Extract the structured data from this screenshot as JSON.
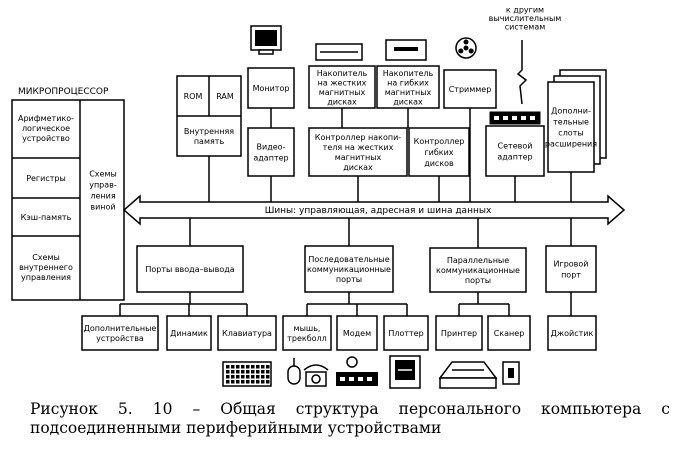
{
  "diagram": {
    "cpu": {
      "title": "МИКРОПРОЦЕССОР",
      "alu": [
        "Арифметико-",
        "логическое",
        "устройство"
      ],
      "registers": "Регистры",
      "cache": "Кэш-память",
      "internal_control": [
        "Схемы",
        "внутреннего",
        "управления"
      ],
      "control": [
        "Схемы",
        "управ-",
        "ления",
        "виной"
      ]
    },
    "memory": {
      "rom": "ROM",
      "ram": "RAM",
      "label": [
        "Внутренняя",
        "память"
      ]
    },
    "monitor": "Монитор",
    "video_adapter": [
      "Видео-",
      "адаптер"
    ],
    "hdd": [
      "Накопитель",
      "на жестких",
      "магнитных",
      "дисках"
    ],
    "hdd_controller": [
      "Контроллер накопи-",
      "теля на жестких",
      "магнитных",
      "дисках"
    ],
    "fdd": [
      "Накопитель",
      "на гибких",
      "магнитных",
      "дисках"
    ],
    "fdd_controller": [
      "Контроллер",
      "гибких",
      "дисков"
    ],
    "streamer": "Стриммер",
    "network_adapter": [
      "Сетевой",
      "адаптер"
    ],
    "other_systems": [
      "к другим",
      "вычислительным",
      "системам"
    ],
    "expansion_slots": [
      "Дополни-",
      "тельные",
      "слоты",
      "расширения"
    ],
    "bus": "Шины: управляющая, адресная и шина данных",
    "io_ports": "Порты ввода–вывода",
    "serial_ports": [
      "Последовательные",
      "коммуникационные",
      "порты"
    ],
    "parallel_ports": [
      "Параллельные",
      "коммуникационные",
      "порты"
    ],
    "game_port": [
      "Игровой",
      "порт"
    ],
    "devices": {
      "extra": [
        "Дополнительные",
        "устройства"
      ],
      "speaker": "Динамик",
      "keyboard": "Клавиатура",
      "mouse": [
        "мышь,",
        "трекболл"
      ],
      "modem": "Модем",
      "plotter": "Плоттер",
      "printer": "Принтер",
      "scanner": "Сканер",
      "joystick": "Джойстик"
    }
  },
  "caption": {
    "line1": "Рисунок 5. 10 – Общая структура персонального компьютера с",
    "line2": "подсоединенными периферийными устройствами"
  }
}
